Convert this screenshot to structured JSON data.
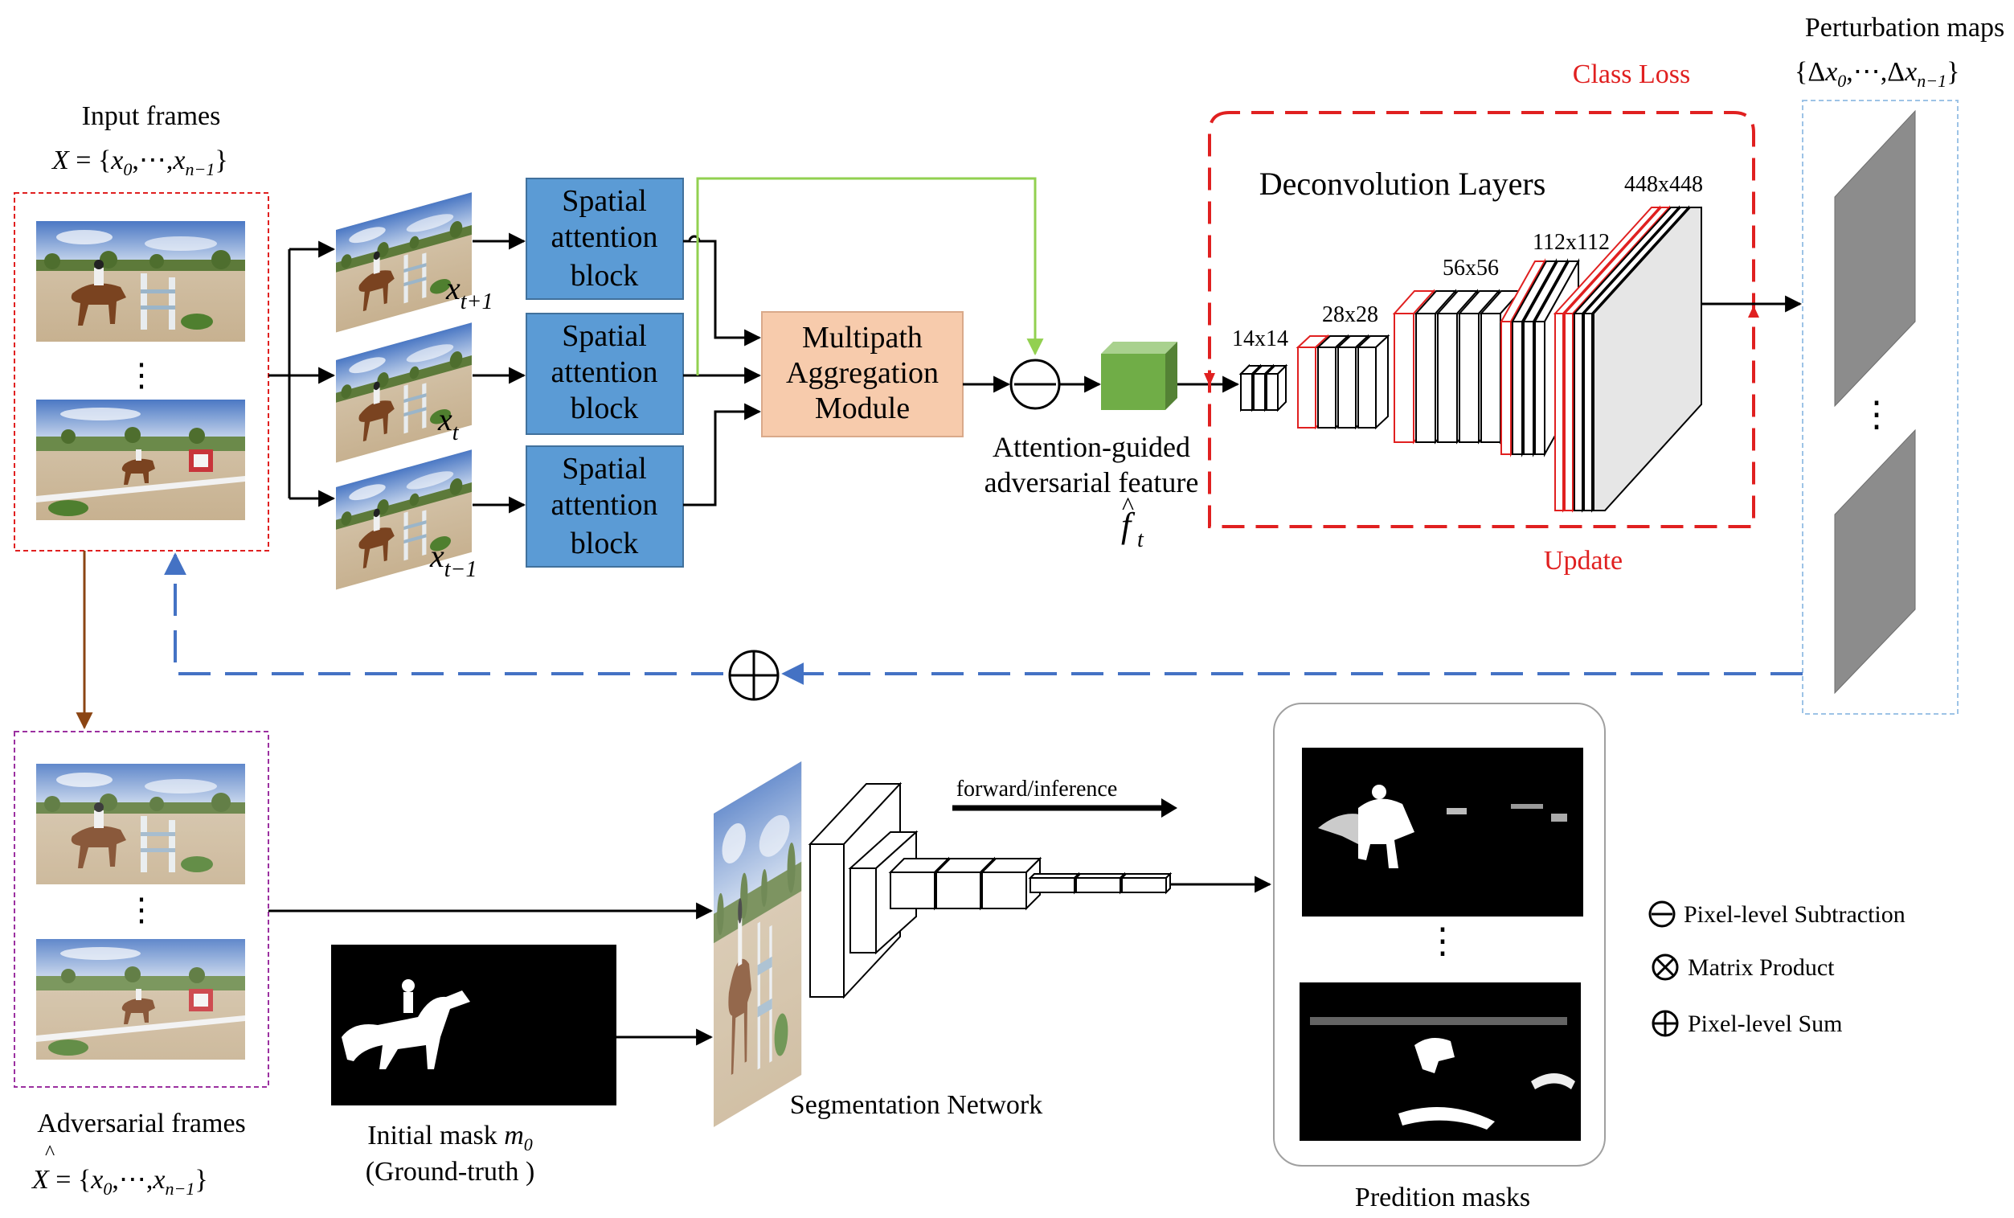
{
  "input_frames": {
    "title": "Input frames",
    "formula": {
      "lhs": "X",
      "eq": " = {",
      "x0": "x",
      "x0_sub": "0",
      "sep": ",⋯,",
      "xn": "x",
      "xn_sub": "n−1",
      "close": "}"
    },
    "ellipsis": "⋮"
  },
  "frames": {
    "next": {
      "var": "x",
      "sub": "t+1"
    },
    "cur": {
      "var": "x",
      "sub": "t"
    },
    "prev": {
      "var": "x",
      "sub": "t−1"
    }
  },
  "spatial_block": {
    "line1": "Spatial",
    "line2": "attention",
    "line3": "block"
  },
  "aggregation": {
    "line1": "Multipath",
    "line2": "Aggregation",
    "line3": "Module"
  },
  "feature": {
    "line1": "Attention-guided",
    "line2": "adversarial feature",
    "var": "f",
    "hat": "^",
    "sub": "t"
  },
  "deconv": {
    "title": "Deconvolution Layers",
    "sizes": [
      "14x14",
      "28x28",
      "56x56",
      "112x112",
      "448x448"
    ],
    "class_loss": "Class Loss",
    "update": "Update"
  },
  "perturbation": {
    "title": "Perturbation maps",
    "formula": {
      "open": "{Δ",
      "x0": "x",
      "x0_sub": "0",
      "sep": ",⋯,Δ",
      "xn": "x",
      "xn_sub": "n−1",
      "close": "}"
    },
    "ellipsis": "⋮"
  },
  "adversarial": {
    "title": "Adversarial frames",
    "formula": {
      "lhs": "X",
      "eq": " = {",
      "x0": "x",
      "x0_sub": "0",
      "sep": ",⋯,",
      "xn": "x",
      "xn_sub": "n−1",
      "close": "}"
    },
    "ellipsis": "⋮"
  },
  "initial_mask": {
    "label": "Initial mask ",
    "var": "m",
    "sub": "0",
    "line2": "(Ground-truth )"
  },
  "segmentation": {
    "title": "Segmentation Network",
    "arrow_label": "forward/inference"
  },
  "prediction": {
    "title": "Predition masks",
    "ellipsis": "⋮"
  },
  "legend": {
    "subtraction": "Pixel-level  Subtraction",
    "product": "Matrix Product",
    "sum": "Pixel-level Sum"
  },
  "colors": {
    "block_blue": "#5b9bd5",
    "aggregation_fill": "#f7cbac",
    "feature_green": "#70ad47",
    "loss_red": "#e02020",
    "dashed_blue": "#4472c4",
    "arrow_green": "#92d050",
    "brown": "#8b4513"
  }
}
